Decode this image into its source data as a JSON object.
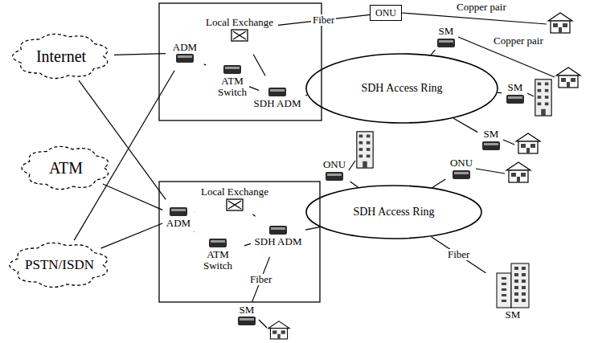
{
  "diagram": {
    "nodes": [
      {
        "text": [
          "Internet"
        ]
      },
      {
        "text": [
          "ATM"
        ]
      },
      {
        "text": [
          "PSTN/ISDN"
        ]
      },
      {
        "text": [
          "ADM"
        ]
      },
      {
        "text": [
          "Local Exchange"
        ]
      },
      {
        "text": [
          "ATM Switch"
        ]
      },
      {
        "text": [
          "SDH ADM"
        ]
      },
      {
        "text": [
          "SDH Access Ring"
        ]
      },
      {
        "text": [
          "ONU"
        ]
      },
      {
        "text": [
          "SM"
        ]
      },
      {
        "text": [
          "SM"
        ]
      },
      {
        "text": [
          "SM"
        ]
      },
      {
        "text": [
          "ADM"
        ]
      },
      {
        "text": [
          "Local Exchange"
        ]
      },
      {
        "text": [
          "ATM Switch"
        ]
      },
      {
        "text": [
          "SDH ADM"
        ]
      },
      {
        "text": [
          "SDH Access Ring"
        ]
      },
      {
        "text": [
          "ONU"
        ]
      },
      {
        "text": [
          "ONU"
        ]
      },
      {
        "text": [
          "SM"
        ]
      },
      {
        "text": [
          "SM"
        ]
      }
    ],
    "edges": [
      {
        "from": 0,
        "to": 3,
        "arrow": "none"
      },
      {
        "from": 0,
        "to": 12,
        "arrow": "none"
      },
      {
        "from": 1,
        "to": 12,
        "arrow": "none"
      },
      {
        "from": 2,
        "to": 3,
        "arrow": "none"
      },
      {
        "from": 2,
        "to": 12,
        "arrow": "none"
      },
      {
        "from": 3,
        "to": 5,
        "arrow": "none"
      },
      {
        "from": 5,
        "to": 6,
        "arrow": "none"
      },
      {
        "from": 4,
        "to": 6,
        "arrow": "none"
      },
      {
        "from": 4,
        "to": 8,
        "label": "Fiber",
        "arrow": "none"
      },
      {
        "from": 6,
        "to": 7,
        "arrow": "none"
      },
      {
        "from": 7,
        "to": 9,
        "arrow": "none"
      },
      {
        "from": 7,
        "to": 10,
        "arrow": "none"
      },
      {
        "from": 7,
        "to": 11,
        "arrow": "none"
      },
      {
        "from": 12,
        "to": 13,
        "arrow": "none"
      },
      {
        "from": 12,
        "to": 14,
        "arrow": "none"
      },
      {
        "from": 13,
        "to": 15,
        "arrow": "none"
      },
      {
        "from": 14,
        "to": 15,
        "arrow": "none"
      },
      {
        "from": 15,
        "to": 16,
        "arrow": "none"
      },
      {
        "from": 16,
        "to": 17,
        "arrow": "none"
      },
      {
        "from": 16,
        "to": 18,
        "arrow": "none"
      },
      {
        "from": 16,
        "to": 19,
        "label": "Fiber",
        "arrow": "none"
      },
      {
        "from": 15,
        "to": 20,
        "label": "Fiber",
        "arrow": "none"
      }
    ],
    "labels": [
      "Copper pair",
      "Copper pair"
    ]
  }
}
